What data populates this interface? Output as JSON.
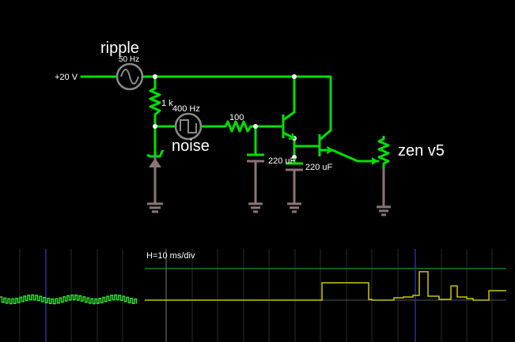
{
  "circuit": {
    "supply_label": "+20 V",
    "ripple_label": "ripple",
    "ripple_freq": "50 Hz",
    "noise_label": "noise",
    "noise_freq": "400 Hz",
    "r1_label": "1 k",
    "r2_label": "100",
    "c1_label": "220 uF",
    "c2_label": "220 uF",
    "zener_label": "zen v5"
  },
  "scope": {
    "h_label": "H=10 ms/div"
  },
  "colors": {
    "wire": "#00e000",
    "ground": "#8a7575",
    "trace_input": "#33dd33",
    "trace_output": "#c8c800",
    "grid": "#2a2a2a",
    "cursor": "#2a2aa8",
    "ref_line": "#1a7a1a"
  }
}
